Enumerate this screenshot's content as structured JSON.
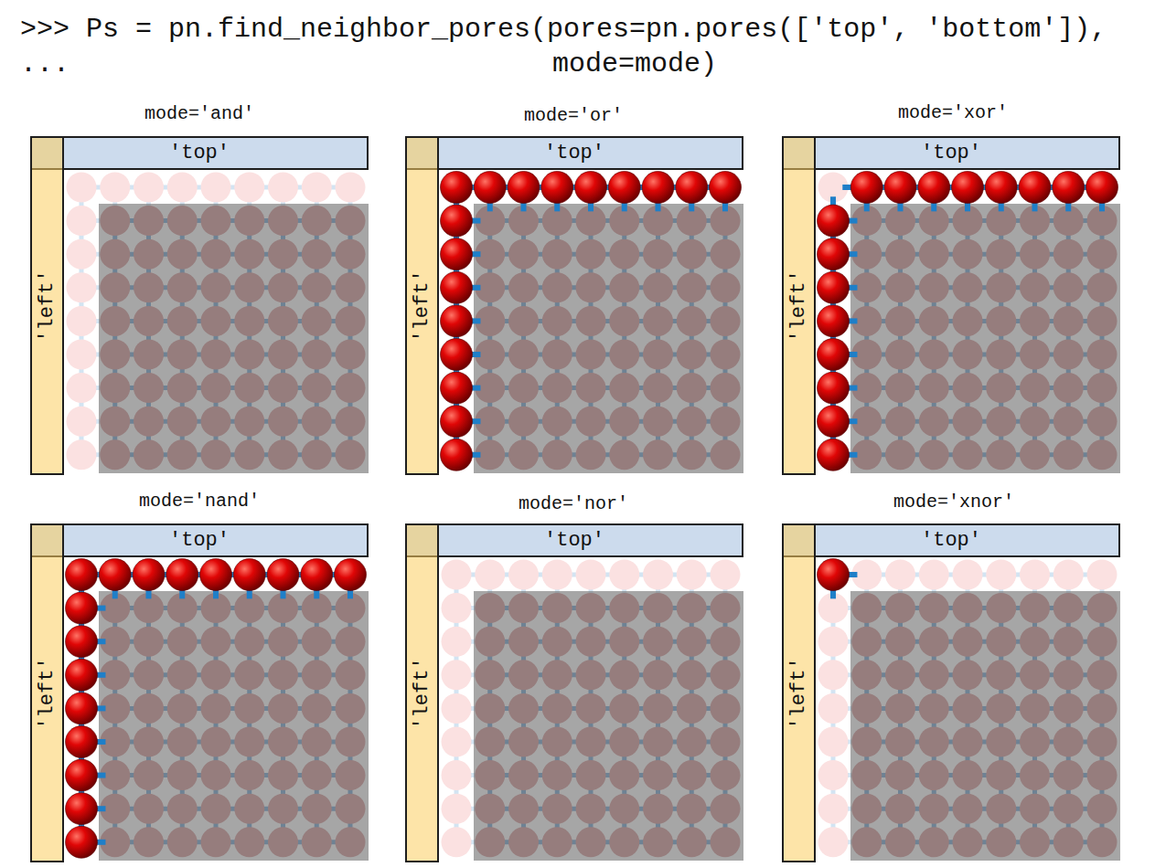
{
  "diagram": {
    "nodes": [
      {
        "text": [
          "'top'"
        ]
      },
      {
        "text": [
          "'left'"
        ]
      },
      {
        "text": [
          "'top'"
        ]
      },
      {
        "text": [
          "'left'"
        ]
      },
      {
        "text": [
          "'top'"
        ]
      },
      {
        "text": [
          "'left'"
        ]
      },
      {
        "text": [
          "'top'"
        ]
      },
      {
        "text": [
          "'left'"
        ]
      },
      {
        "text": [
          "'top'"
        ]
      },
      {
        "text": [
          "'left'"
        ]
      },
      {
        "text": [
          "'top'"
        ]
      },
      {
        "text": [
          "'left'"
        ]
      }
    ],
    "labels": [
      ">>> Ps = pn.find_neighbor_pores(pores=pn.pores(['top', 'bottom']),",
      "...",
      "mode=mode)",
      "mode='and'",
      "mode='or'",
      "mode='xor'",
      "mode='nand'",
      "mode='nor'",
      "mode='xnor'"
    ]
  }
}
